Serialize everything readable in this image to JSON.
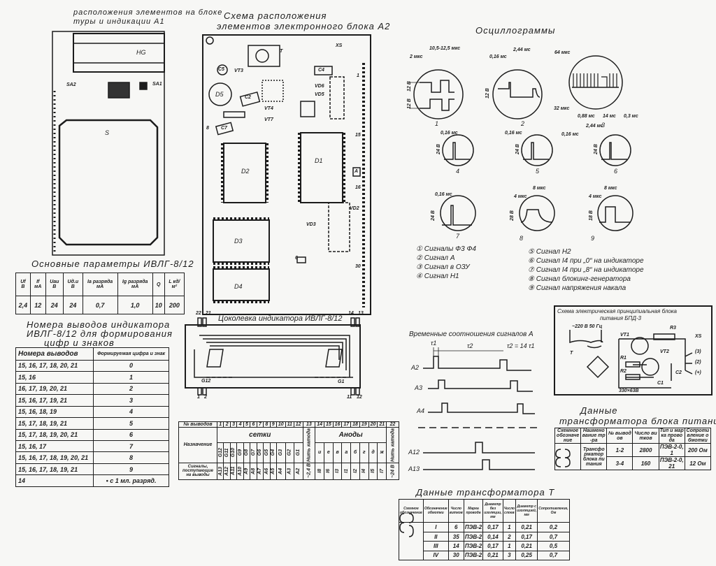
{
  "titles": {
    "a1_line1": "расположения элементов на блоке",
    "a1_line2": "туры и индикации А1",
    "a2_line1": "Схема  расположения",
    "a2_line2": "элементов  электронного  блока  А2",
    "oscillograms": "Осциллограммы",
    "params": "Основные  параметры  ИВЛГ-8/12",
    "pins_line1": "Номера  выводов  индикатора",
    "pins_line2": "ИВЛГ-8/12  для  формирования",
    "pins_line3": "цифр  и  знаков",
    "tsokolevka": "Цоколевка  индикатора  ИВЛГ-8/12",
    "timing": "Временные  соотношения  сигналов  А",
    "power_schematic_line1": "Схема электрическая принципиальная блока",
    "power_schematic_line2": "питания БПД-3",
    "ps_transformer_line1": "Данные",
    "ps_transformer_line2": "трансформатора  блока  питания",
    "transformer_t": "Данные  трансформатора  Т"
  },
  "board_a1": {
    "indicator": "HG",
    "sa2": "SA2",
    "sa1": "SA1",
    "keypad": "S"
  },
  "board_a2": {
    "d1": "D1",
    "d2": "D2",
    "d3": "D3",
    "d4": "D4",
    "d5": "D5",
    "c5": "C5",
    "c2": "C2",
    "c4": "C4",
    "c7": "C7",
    "t": "T",
    "xs": "XS",
    "vt3": "VT3",
    "vt4": "VT4",
    "vt7": "VT7",
    "vd6": "VD6",
    "vd5": "VD5",
    "vd3": "VD3",
    "vd2": "VD2",
    "a": "A",
    "pin1": "1",
    "pin8": "8",
    "pin15": "15",
    "pin16": "16",
    "pin30": "30",
    "pin6": "6"
  },
  "oscillograms": {
    "labels": [
      "1",
      "2",
      "3",
      "4",
      "5",
      "6",
      "7",
      "8",
      "9"
    ],
    "times": {
      "o1a": "2 мкс",
      "o1b": "10,5-12,5 мкс",
      "o2a": "0,16 мс",
      "o2b": "2,44 мс",
      "o3a": "64 мкс",
      "o3b": "32 мкс",
      "o3c": "0,88 мс",
      "o3d": "14 мс",
      "o3e": "0,3 мс",
      "o4": "0,16 мс",
      "o5": "0,16 мс",
      "o6a": "0,16 мс",
      "o6b": "2,44 мс",
      "o7": "0,16 мс",
      "o8a": "4 мкс",
      "o8b": "8 мкс",
      "o9a": "4 мкс",
      "o9b": "8 мкс"
    },
    "amplitudes": {
      "o1a": "12 В",
      "o1b": "12 В",
      "o2": "12 В",
      "o4": "24 В",
      "o5": "24 В",
      "o6": "24 В",
      "o7": "24 В",
      "o8": "28 В",
      "o9": "18 В"
    }
  },
  "legend": [
    "① Сигналы Ф3 Ф4",
    "② Сигнал А",
    "③ Сигнал в ОЗУ",
    "④ Сигнал Н1",
    "⑤ Сигнал Н2",
    "⑥ Сигнал I4 при „0“ на индикаторе",
    "⑦ Сигнал I4 при „8“ на индикаторе",
    "⑧ Сигнал блокинг-генератора",
    "⑨ Сигнал напряжения накала"
  ],
  "params_table": {
    "headers": [
      "Uf В",
      "If мА",
      "Uau В",
      "Uд.и В",
      "Ia разряда мА",
      "Ig разряда мА",
      "Q",
      "L кд/м²"
    ],
    "values": [
      "2,4",
      "12",
      "24",
      "24",
      "0,7",
      "1,0",
      "10",
      "200"
    ]
  },
  "pins_table": {
    "headers": [
      "Номера  выводов",
      "Формируемая цифра и знак"
    ],
    "rows": [
      [
        "15, 16, 17, 18, 20, 21",
        "0"
      ],
      [
        "15, 16",
        "1"
      ],
      [
        "16, 17, 19, 20, 21",
        "2"
      ],
      [
        "15, 16, 17, 19, 21",
        "3"
      ],
      [
        "15, 16, 18, 19",
        "4"
      ],
      [
        "15, 17, 18, 19, 21",
        "5"
      ],
      [
        "15, 17, 18, 19, 20, 21",
        "6"
      ],
      [
        "15, 16, 17",
        "7"
      ],
      [
        "15, 16, 17, 18, 19, 20, 21",
        "8"
      ],
      [
        "15, 16, 17, 18, 19, 21",
        "9"
      ],
      [
        "14",
        "• с 1 мл. разряд."
      ]
    ]
  },
  "tsokolevka": {
    "pin22": "22",
    "pin21": "21",
    "pin14": "14",
    "pin13": "13",
    "pin1": "1",
    "pin2": "2",
    "pin11": "11",
    "pin12": "12",
    "g12": "G12",
    "g1": "G1"
  },
  "leads_table": {
    "row_label_num": "№ выводов",
    "numbers": [
      "1",
      "2",
      "3",
      "4",
      "5",
      "6",
      "7",
      "8",
      "9",
      "10",
      "11",
      "12",
      "13",
      "14",
      "15",
      "16",
      "17",
      "18",
      "19",
      "20",
      "21",
      "22"
    ],
    "row_label_purpose": "Назначение",
    "grids_label": "сетки",
    "anodes_label": "Аноды",
    "cathode_label": "Нить катода",
    "grids": [
      "G12",
      "G11",
      "G10",
      "G9",
      "G8",
      "G7",
      "G6",
      "G5",
      "G4",
      "G3",
      "G2",
      "G1"
    ],
    "anodes": [
      "и",
      "е",
      "в",
      "а",
      "б",
      "г",
      "д",
      "ж"
    ],
    "row_label_signals": "Сигналы, поступающие на выводы",
    "signals": [
      "A13",
      "A12",
      "A11",
      "A10",
      "A9",
      "A8",
      "A7",
      "A6",
      "A5",
      "A4",
      "A3",
      "A2"
    ],
    "signal_13": "~2,4 В",
    "anode_signals": [
      "I8",
      "I6",
      "I3",
      "I1",
      "I2",
      "I4",
      "I5",
      "I7"
    ],
    "signal_22": "~24 В"
  },
  "timing": {
    "tau1": "τ1",
    "tau2": "τ2",
    "relation": "τ2 = 14 τ1",
    "rows": [
      "A2",
      "A3",
      "A4",
      "A12",
      "A13"
    ]
  },
  "power": {
    "mains": "~220 В 50 Гц",
    "t": "T",
    "vt1": "VT1",
    "vt2": "VT2",
    "r3": "R3",
    "xs": "XS",
    "c1": "C1",
    "c2": "C2",
    "r1": "R1",
    "r2": "R2",
    "out1": "(3)",
    "out2": "(2)",
    "out3": "(+)",
    "c1val": "330×63В"
  },
  "ps_transformer_table": {
    "headers": [
      "Схемное обозначение",
      "Наименование тр-ра",
      "№ выводов",
      "Число витков",
      "Тип и марка провода",
      "Сопротивление обмотки"
    ],
    "name": "Трансформатор блока питания",
    "rows": [
      [
        "1-2",
        "2800",
        "ПЭВ-2-0,1",
        "200 Ом"
      ],
      [
        "3-4",
        "160",
        "ПЭВ-2-0,21",
        "12 Ом"
      ]
    ]
  },
  "transformer_t_table": {
    "headers": [
      "Схемное обозначение",
      "Обозначение обмотки",
      "Число витков",
      "Марка провода",
      "Диаметр без изоляции, мм",
      "Число слоев",
      "Диаметр с изоляцией, мм",
      "Сопротивление, Ом"
    ],
    "rows": [
      [
        "I",
        "6",
        "ПЭВ-2",
        "0,17",
        "1",
        "0,21",
        "0,2"
      ],
      [
        "II",
        "35",
        "ПЭВ-2",
        "0,14",
        "2",
        "0,17",
        "0,7"
      ],
      [
        "III",
        "14",
        "ПЭВ-2",
        "0,17",
        "1",
        "0,21",
        "0,5"
      ],
      [
        "IV",
        "30",
        "ПЭВ-2",
        "0,21",
        "3",
        "0,25",
        "0,7"
      ]
    ]
  }
}
